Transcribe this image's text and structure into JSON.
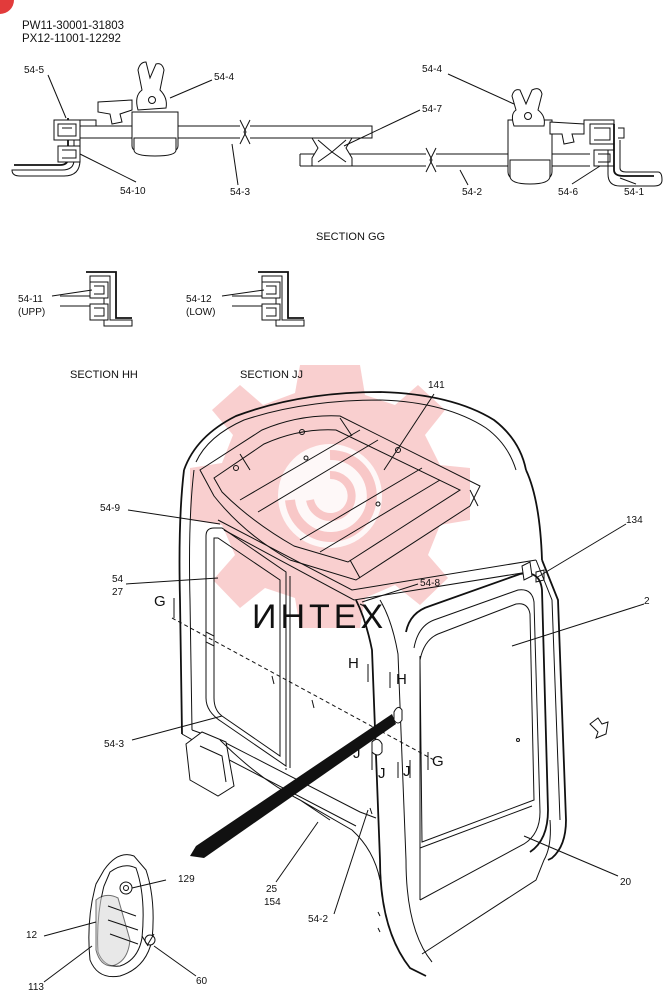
{
  "header": {
    "serial_1": "PW11-30001-31803",
    "serial_2": "PX12-11001-12292"
  },
  "sections": {
    "gg": "SECTION GG",
    "hh": "SECTION HH",
    "jj": "SECTION JJ"
  },
  "callouts": {
    "c54_5": "54-5",
    "c54_4a": "54-4",
    "c54_4b": "54-4",
    "c54_7": "54-7",
    "c54_10": "54-10",
    "c54_3a": "54-3",
    "c54_2a": "54-2",
    "c54_6": "54-6",
    "c54_1": "54-1",
    "c54_11": "54-11",
    "c54_11_note": "(UPP)",
    "c54_12": "54-12",
    "c54_12_note": "(LOW)",
    "c141": "141",
    "c54_9": "54-9",
    "c54": "54",
    "c27": "27",
    "c134": "134",
    "c54_8": "54-8",
    "c2": "2",
    "c54_3b": "54-3",
    "c20": "20",
    "c25": "25",
    "c154": "154",
    "c54_2b": "54-2",
    "c129": "129",
    "c12": "12",
    "c113": "113",
    "c60": "60"
  },
  "section_marks": {
    "g_left": "G",
    "h_left": "H",
    "h_right": "H",
    "j_left": "J",
    "j_mid": "J",
    "j_right": "J",
    "g_right": "G"
  },
  "watermark": {
    "text": "ИНТЕХ",
    "color": "#f4a7a7"
  }
}
